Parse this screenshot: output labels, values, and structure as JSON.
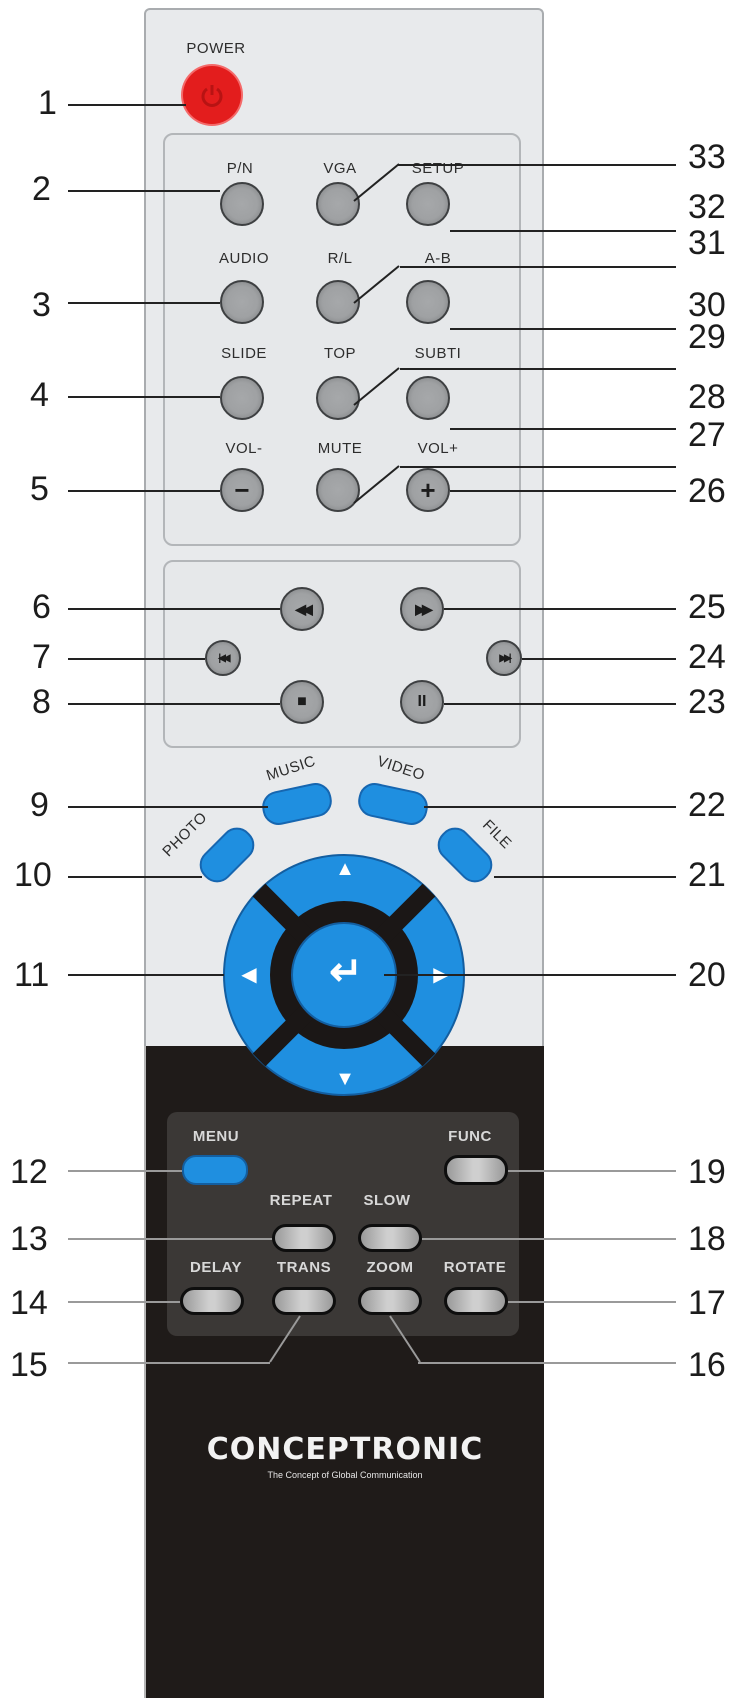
{
  "colors": {
    "remote_light": "#e8eaec",
    "remote_dark": "#1f1b19",
    "power_red": "#e31d1d",
    "accent_blue": "#1f8fe0",
    "button_gray": "#a0a2a4"
  },
  "power": {
    "label": "POWER",
    "number": "1",
    "icon": "power-icon"
  },
  "grid_buttons": [
    {
      "label": "P/N",
      "number": "2"
    },
    {
      "label": "VGA",
      "number": "33"
    },
    {
      "label": "SETUP",
      "number": "32"
    },
    {
      "label": "AUDIO",
      "number": "3"
    },
    {
      "label": "R/L",
      "number": "31"
    },
    {
      "label": "A-B",
      "number": "30"
    },
    {
      "label": "SLIDE",
      "number": "4"
    },
    {
      "label": "TOP",
      "number": "29"
    },
    {
      "label": "SUBTI",
      "number": "28"
    },
    {
      "label": "VOL-",
      "number": "5",
      "glyph": "−"
    },
    {
      "label": "MUTE",
      "number": "27"
    },
    {
      "label": "VOL+",
      "number": "26",
      "glyph": "+"
    }
  ],
  "transport": [
    {
      "name": "rewind",
      "number": "6",
      "glyph": "◀◀",
      "icon": "rewind-icon"
    },
    {
      "name": "fast-forward",
      "number": "25",
      "glyph": "▶▶",
      "icon": "fast-forward-icon"
    },
    {
      "name": "previous",
      "number": "7",
      "glyph": "|◀◀",
      "icon": "skip-previous-icon"
    },
    {
      "name": "next",
      "number": "24",
      "glyph": "▶▶|",
      "icon": "skip-next-icon"
    },
    {
      "name": "stop",
      "number": "8",
      "glyph": "■",
      "icon": "stop-icon"
    },
    {
      "name": "pause",
      "number": "23",
      "glyph": "II",
      "icon": "pause-icon"
    }
  ],
  "media_buttons": [
    {
      "label": "MUSIC",
      "number": "9"
    },
    {
      "label": "VIDEO",
      "number": "22"
    },
    {
      "label": "PHOTO",
      "number": "10"
    },
    {
      "label": "FILE",
      "number": "21"
    }
  ],
  "dpad": {
    "left_number": "11",
    "enter_number": "20",
    "up_glyph": "▲",
    "down_glyph": "▼",
    "left_glyph": "◀",
    "right_glyph": "▶",
    "enter_glyph": "↵"
  },
  "function_buttons": [
    {
      "label": "MENU",
      "number": "12"
    },
    {
      "label": "FUNC",
      "number": "19"
    },
    {
      "label": "REPEAT",
      "number": "13"
    },
    {
      "label": "SLOW",
      "number": "18"
    },
    {
      "label": "DELAY",
      "number": "14"
    },
    {
      "label": "TRANS",
      "number": "15"
    },
    {
      "label": "ZOOM",
      "number": "16"
    },
    {
      "label": "ROTATE",
      "number": "17"
    }
  ],
  "brand": {
    "name": "CONCEPTRONIC",
    "tagline": "The Concept of Global Communication"
  }
}
